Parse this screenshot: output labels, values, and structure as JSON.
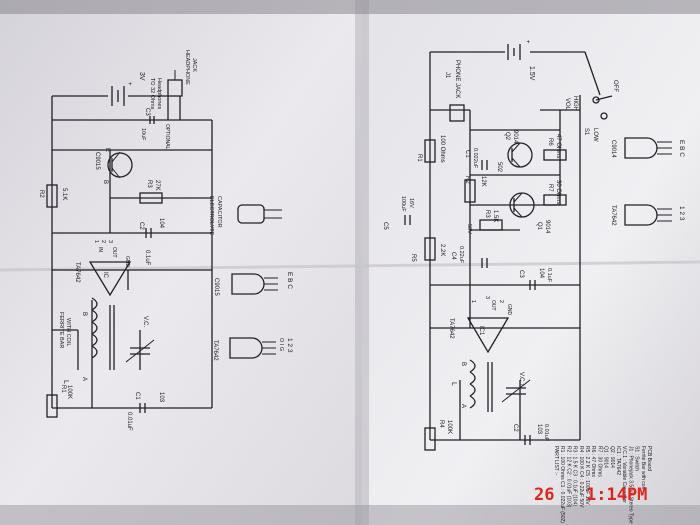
{
  "left_circuit": {
    "battery_voltage": "3V",
    "headphone": [
      "TO 32 Ohms",
      "Headphones"
    ],
    "headphone_jack": [
      "HEADPHONE",
      "JACK"
    ],
    "c3": [
      "C3",
      "10uF",
      "OPTIONAL"
    ],
    "transistor": "C9015",
    "pin_e": "E",
    "pin_b": "B",
    "r2": [
      "R2",
      "5.1K"
    ],
    "r3": [
      "R3",
      "27K"
    ],
    "c2": [
      "C2",
      "104"
    ],
    "c2_value": "0.1uF",
    "electrolyte": [
      "ELECTROLYTE",
      "CAPACITOR"
    ],
    "ic_pins": [
      "1",
      "2",
      "3",
      "IN",
      "OUT",
      "GND"
    ],
    "ic_label": "IC",
    "ic_part": "TA7642",
    "coil": [
      "FERRITE BAR",
      "WITH COIL"
    ],
    "vc": "V.C.",
    "nodes": [
      "L",
      "A",
      "B"
    ],
    "r1": [
      "R1",
      "100K"
    ],
    "c1": [
      "C1",
      "103",
      "0.01uF"
    ],
    "pkg_c9015": "C9015",
    "pkg_c9015_pins": "E B C",
    "pkg_ta7642": "TA7642",
    "pkg_ta7642_pins": [
      "O I G",
      "1 2 3"
    ]
  },
  "right_circuit": {
    "battery_voltage": "1.5V",
    "phone_jack": [
      "J1",
      "PHONE JACK"
    ],
    "r1": [
      "R1",
      "100 Ohms"
    ],
    "c1": [
      "C1",
      "0.022uF"
    ],
    "q2": [
      "Q2",
      "9014"
    ],
    "q2_code": "502",
    "r6": [
      "R6",
      "47 Ohms"
    ],
    "vol": [
      "VOL",
      "HIGH"
    ],
    "switch": [
      "S1",
      "OFF"
    ],
    "low": "LOW",
    "r2": [
      "R2",
      "12K"
    ],
    "r3": [
      "R3",
      "1.5K"
    ],
    "r7": [
      "R7",
      "30 Ohms"
    ],
    "q1": [
      "Q1",
      "9014"
    ],
    "c5": [
      "C5",
      "100uF",
      "16V"
    ],
    "r5": [
      "R5",
      "2.2K"
    ],
    "c4": [
      "C4",
      "0.22uF",
      "50V"
    ],
    "ic_pins": [
      "3",
      "OUT",
      "GND",
      "1",
      "2"
    ],
    "ic_label": "IC1",
    "ic_part": "TA7642",
    "c3": [
      "C3",
      "104",
      "0.1uF"
    ],
    "nodes": [
      "L",
      "A",
      "B",
      "V.C.1"
    ],
    "r4": [
      "R4",
      "100K"
    ],
    "c2": [
      "C2",
      "103",
      "0.01uF"
    ],
    "pkg_c9014": "C9014",
    "pkg_c9014_pins": "E B C",
    "pkg_ta7642": "TA7642",
    "pkg_ta7642_pins": "1 2 3",
    "parts_list": [
      "PART LIST :-",
      "R1 : 100 Ohms   C1 : 0.022uF (502)",
      "R2 : 12 K       C2 : 0.01uF (103)",
      "R3 : 1.5 K      C3 : 0.1uF (104)",
      "R4 : 100 K      C4 : 0.22uF 50V",
      "R5 : 2.2 K      C5 : 100uF 16V",
      "R6 : 47 Ohms",
      "R7 : 30 Ohms",
      "Q1 : 9014",
      "Q2 : 9014",
      "IC1 : TA7642",
      "V.C.1 : Variable Capacitor",
      "J1 : Phonejack 3.5mm Stereo Type",
      "S1 : Switch",
      "Ferrite Bar with coil",
      "PCB Board"
    ]
  },
  "timestamp": {
    "day": "26",
    "time": "1:14PM"
  }
}
